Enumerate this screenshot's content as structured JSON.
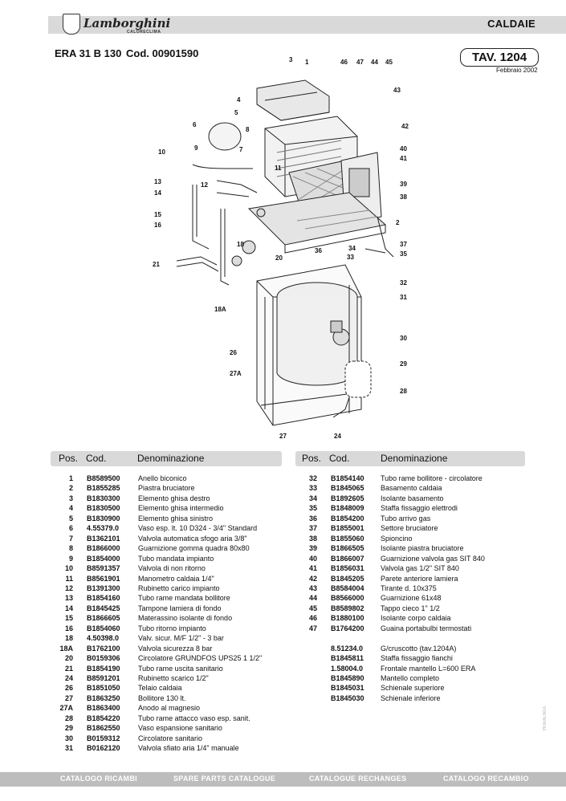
{
  "header": {
    "brand": "Lamborghini",
    "brand_sub": "CALORECLIMA",
    "category": "CALDAIE",
    "model": "ERA 31 B 130",
    "code": "Cod.  00901590",
    "table_ref": "TAV.  1204",
    "date": "Febbraio 2002"
  },
  "table_header": {
    "pos": "Pos.",
    "cod": "Cod.",
    "den": "Denominazione"
  },
  "parts_left": [
    {
      "pos": "1",
      "cod": "B8589500",
      "den": "Anello biconico"
    },
    {
      "pos": "2",
      "cod": "B1855285",
      "den": "Piastra bruciatore"
    },
    {
      "pos": "3",
      "cod": "B1830300",
      "den": "Elemento ghisa destro"
    },
    {
      "pos": "4",
      "cod": "B1830500",
      "den": "Elemento ghisa intermedio"
    },
    {
      "pos": "5",
      "cod": "B1830900",
      "den": "Elemento ghisa sinistro"
    },
    {
      "pos": "6",
      "cod": "4.55379.0",
      "den": "Vaso esp. lt. 10 D324 - 3/4\" Standard"
    },
    {
      "pos": "7",
      "cod": "B1362101",
      "den": "Valvola automatica sfogo aria 3/8\""
    },
    {
      "pos": "8",
      "cod": "B1866000",
      "den": "Guarnizione gomma quadra 80x80"
    },
    {
      "pos": "9",
      "cod": "B1854000",
      "den": "Tubo mandata impianto"
    },
    {
      "pos": "10",
      "cod": "B8591357",
      "den": "Valvola di non ritorno"
    },
    {
      "pos": "11",
      "cod": "B8561901",
      "den": "Manometro caldaia 1/4\""
    },
    {
      "pos": "12",
      "cod": "B1391300",
      "den": "Rubinetto carico impianto"
    },
    {
      "pos": "13",
      "cod": "B1854160",
      "den": "Tubo rame mandata bollitore"
    },
    {
      "pos": "14",
      "cod": "B1845425",
      "den": "Tampone lamiera di fondo"
    },
    {
      "pos": "15",
      "cod": "B1866605",
      "den": "Materassino isolante di fondo"
    },
    {
      "pos": "16",
      "cod": "B1854060",
      "den": "Tubo ritorno impianto"
    },
    {
      "pos": "18",
      "cod": "4.50398.0",
      "den": "Valv. sicur. M/F 1/2\" - 3 bar"
    },
    {
      "pos": "18A",
      "cod": "B1762100",
      "den": "Valvola sicurezza 8 bar"
    },
    {
      "pos": "20",
      "cod": "B0159306",
      "den": "Circolatore GRUNDFOS UPS25 1 1/2\""
    },
    {
      "pos": "21",
      "cod": "B1854190",
      "den": "Tubo rame uscita sanitario"
    },
    {
      "pos": "24",
      "cod": "B8591201",
      "den": "Rubinetto scarico 1/2\""
    },
    {
      "pos": "26",
      "cod": "B1851050",
      "den": "Telaio caldaia"
    },
    {
      "pos": "27",
      "cod": "B1863250",
      "den": "Bollitore 130 lt."
    },
    {
      "pos": "27A",
      "cod": "B1863400",
      "den": "Anodo al magnesio"
    },
    {
      "pos": "28",
      "cod": "B1854220",
      "den": "Tubo rame attacco vaso esp. sanit."
    },
    {
      "pos": "29",
      "cod": "B1862550",
      "den": "Vaso espansione sanitario"
    },
    {
      "pos": "30",
      "cod": "B0159312",
      "den": "Circolatore sanitario"
    },
    {
      "pos": "31",
      "cod": "B0162120",
      "den": "Valvola sfiato aria 1/4\" manuale"
    }
  ],
  "parts_right": [
    {
      "pos": "32",
      "cod": "B1854140",
      "den": "Tubo rame bollitore - circolatore"
    },
    {
      "pos": "33",
      "cod": "B1845065",
      "den": "Basamento caldaia"
    },
    {
      "pos": "34",
      "cod": "B1892605",
      "den": "Isolante basamento"
    },
    {
      "pos": "35",
      "cod": "B1848009",
      "den": "Staffa fissaggio elettrodi"
    },
    {
      "pos": "36",
      "cod": "B1854200",
      "den": "Tubo arrivo gas"
    },
    {
      "pos": "37",
      "cod": "B1855001",
      "den": "Settore bruciatore"
    },
    {
      "pos": "38",
      "cod": "B1855060",
      "den": "Spioncino"
    },
    {
      "pos": "39",
      "cod": "B1866505",
      "den": "Isolante piastra bruciatore"
    },
    {
      "pos": "40",
      "cod": "B1866007",
      "den": "Guarnizione valvola gas SIT 840"
    },
    {
      "pos": "41",
      "cod": "B1856031",
      "den": "Valvola gas 1/2\" SIT 840"
    },
    {
      "pos": "42",
      "cod": "B1845205",
      "den": "Parete anteriore lamiera"
    },
    {
      "pos": "43",
      "cod": "B8584004",
      "den": "Tirante d. 10x375"
    },
    {
      "pos": "44",
      "cod": "B8566000",
      "den": "Guarnizione 61x48"
    },
    {
      "pos": "45",
      "cod": "B8589802",
      "den": "Tappo cieco 1\" 1/2"
    },
    {
      "pos": "46",
      "cod": "B1880100",
      "den": "Isolante corpo caldaia"
    },
    {
      "pos": "47",
      "cod": "B1764200",
      "den": "Guaina portabulbi termostati"
    },
    {
      "pos": "",
      "cod": "",
      "den": ""
    },
    {
      "pos": "",
      "cod": "8.51234.0",
      "den": "G/cruscotto (tav.1204A)"
    },
    {
      "pos": "",
      "cod": "B1845811",
      "den": "Staffa fissaggio fianchi"
    },
    {
      "pos": "",
      "cod": "1.58004.0",
      "den": "Frontale mantello L=600 ERA"
    },
    {
      "pos": "",
      "cod": "B1845890",
      "den": "Mantello completo"
    },
    {
      "pos": "",
      "cod": "B1845031",
      "den": "Schienale superiore"
    },
    {
      "pos": "",
      "cod": "B1845030",
      "den": "Schienale inferiore"
    }
  ],
  "diagram_labels": [
    "1",
    "2",
    "3",
    "4",
    "5",
    "6",
    "7",
    "8",
    "9",
    "10",
    "11",
    "12",
    "13",
    "14",
    "15",
    "16",
    "18",
    "18A",
    "20",
    "21",
    "24",
    "26",
    "27",
    "27A",
    "28",
    "29",
    "30",
    "31",
    "32",
    "33",
    "34",
    "35",
    "36",
    "37",
    "38",
    "39",
    "40",
    "41",
    "42",
    "43",
    "44",
    "45",
    "46",
    "47"
  ],
  "footer": {
    "c1": "CATALOGO RICAMBI",
    "c2": "SPARE PARTS CATALOGUE",
    "c3": "CATALOGUE RECHANGES",
    "c4": "CATALOGO RECAMBIO"
  },
  "side_note": "PRIMALINEA"
}
